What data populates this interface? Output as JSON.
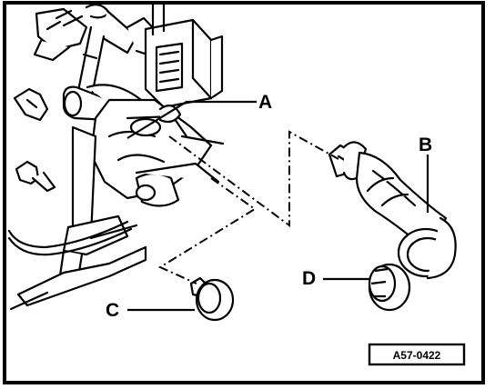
{
  "callouts": {
    "a": "A",
    "b": "B",
    "c": "C",
    "d": "D"
  },
  "figure_id": "A57-0422",
  "colors": {
    "ink": "#000000",
    "paper": "#ffffff"
  }
}
